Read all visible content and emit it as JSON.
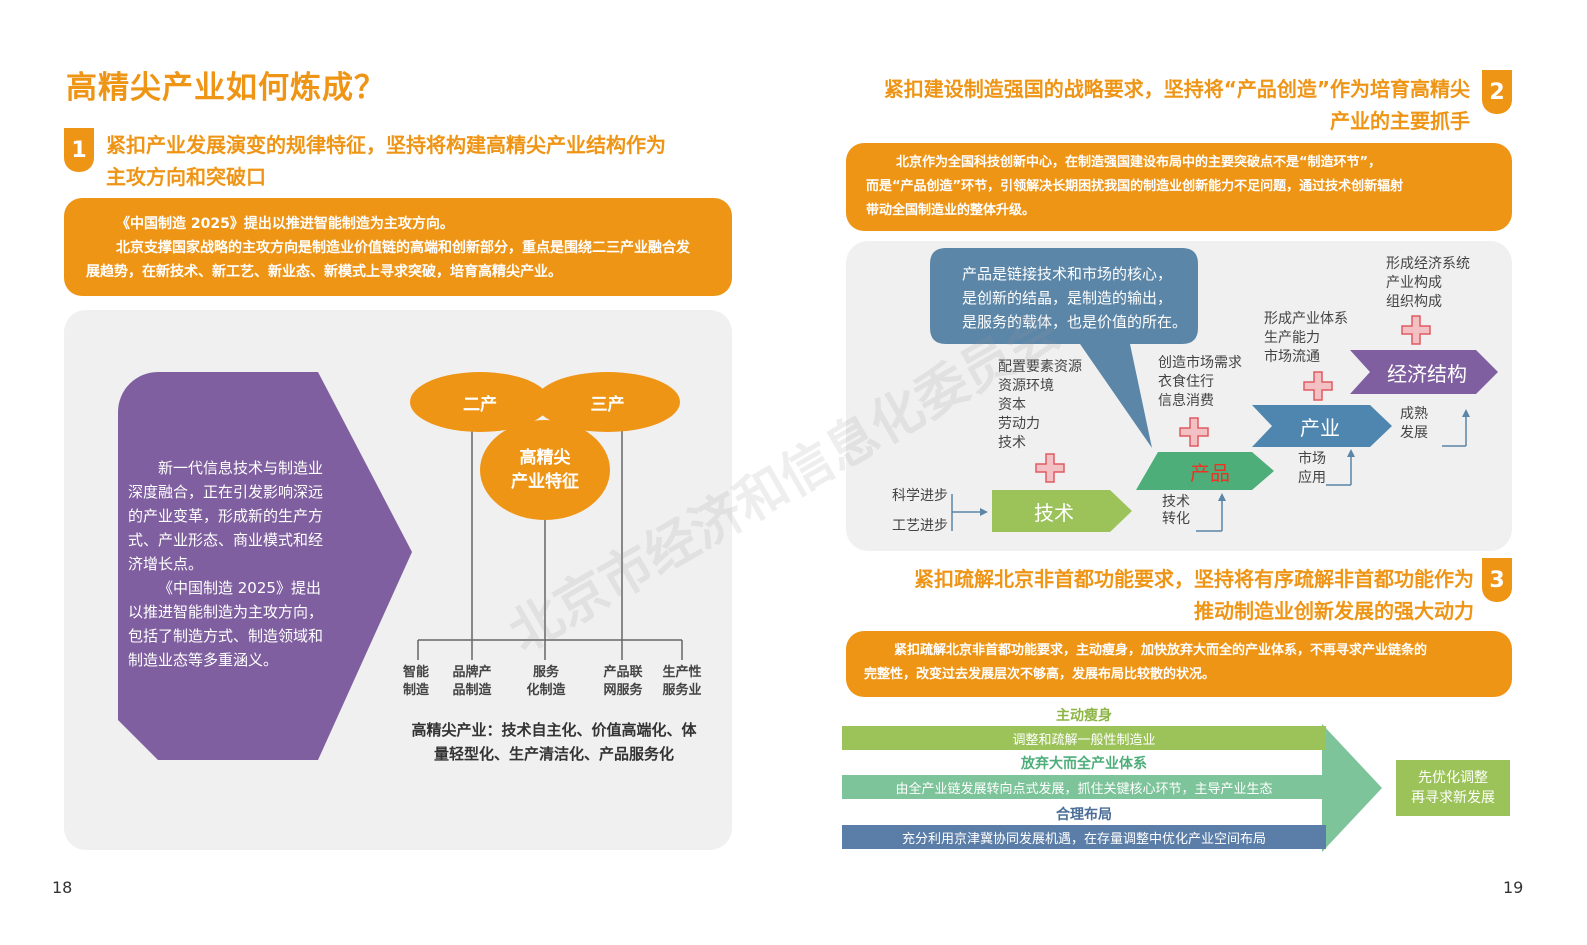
{
  "left": {
    "title": "高精尖产业如何炼成？",
    "sec1": {
      "number": "1",
      "title_l1": "紧扣产业发展演变的规律特征，坚持将构建高精尖产业结构作为",
      "title_l2": "主攻方向和突破口"
    },
    "box1": {
      "line1": "《中国制造 2025》提出以推进智能制造为主攻方向。",
      "line2": "北京支撑国家战略的主攻方向是制造业价值链的高端和创新部分，重点是围绕二三产业融合发",
      "line3": "展趋势，在新技术、新工艺、新业态、新模式上寻求突破，培育高精尖产业。"
    },
    "purple": {
      "p1": [
        "新一代信息技术与制造业",
        "深度融合，正在引发影响深远",
        "的产业变革，形成新的生产方",
        "式、产业形态、商业模式和经",
        "济增长点。"
      ],
      "p2": [
        "《中国制造 2025》提出",
        "以推进智能制造为主攻方向，",
        "包括了制造方式、制造领域和",
        "制造业态等多重涵义。"
      ]
    },
    "ellipses": {
      "second": "二产",
      "third": "三产",
      "center_l1": "高精尖",
      "center_l2": "产业特征"
    },
    "features": [
      {
        "l1": "智能",
        "l2": "制造"
      },
      {
        "l1": "品牌产",
        "l2": "品制造"
      },
      {
        "l1": "服务",
        "l2": "化制造"
      },
      {
        "l1": "产品联",
        "l2": "网服务"
      },
      {
        "l1": "生产性",
        "l2": "服务业"
      }
    ],
    "summary_l1": "高精尖产业：技术自主化、价值高端化、体",
    "summary_l2": "量轻型化、生产清洁化、产品服务化",
    "page": "18"
  },
  "right": {
    "sec2": {
      "number": "2",
      "title_l1": "紧扣建设制造强国的战略要求，坚持将“产品创造”作为培育高精尖",
      "title_l2": "产业的主要抓手"
    },
    "box2": {
      "line1": "北京作为全国科技创新中心，在制造强国建设布局中的主要突破点不是“制造环节”，",
      "line2": "而是“产品创造”环节，引领解决长期困扰我国的制造业创新能力不足问题，通过技术创新辐射",
      "line3": "带动全国制造业的整体升级。"
    },
    "diagram": {
      "callout": [
        "产品是链接技术和市场的核心，",
        "是创新的结晶，是制造的输出，",
        "是服务的载体，也是价值的所在。"
      ],
      "inputs": [
        "科学进步",
        "工艺进步"
      ],
      "resources": [
        "配置要素资源",
        "资源环境",
        "资本",
        "劳动力",
        "技术"
      ],
      "market_demand": [
        "创造市场需求",
        "衣食住行",
        "信息消费"
      ],
      "industry_system": [
        "形成产业体系",
        "生产能力",
        "市场流通"
      ],
      "economic_system": [
        "形成经济系统",
        "产业构成",
        "组织构成"
      ],
      "tech_transform": [
        "技术",
        "转化"
      ],
      "market_app": [
        "市场",
        "应用"
      ],
      "mature": [
        "成熟",
        "发展"
      ],
      "stages": [
        "技术",
        "产品",
        "产业",
        "经济结构"
      ]
    },
    "sec3": {
      "number": "3",
      "title_l1": "紧扣疏解北京非首都功能要求，坚持将有序疏解非首都功能作为",
      "title_l2": "推动制造业创新发展的强大动力"
    },
    "box3": {
      "line1": "紧扣疏解北京非首都功能要求，主动瘦身，加快放弃大而全的产业体系，不再寻求产业链条的",
      "line2": "完整性，改变过去发展层次不够高，发展布局比较散的状况。"
    },
    "bars": [
      {
        "title": "主动瘦身",
        "text": "调整和疏解一般性制造业",
        "color": "#9cc35a",
        "title_color": "#8db545"
      },
      {
        "title": "放弃大而全产业体系",
        "text": "由全产业链发展转向点式发展，抓住关键核心环节，主导产业生态",
        "color": "#7dc49a",
        "title_color": "#4eae7a"
      },
      {
        "title": "合理布局",
        "text": "充分利用京津冀协同发展机遇，在存量调整中优化产业空间布局",
        "color": "#5b7ea8",
        "title_color": "#4a6d98"
      }
    ],
    "result_l1": "先优化调整",
    "result_l2": "再寻求新发展",
    "page": "19"
  },
  "watermark": "北京市经济和信息化委员会"
}
